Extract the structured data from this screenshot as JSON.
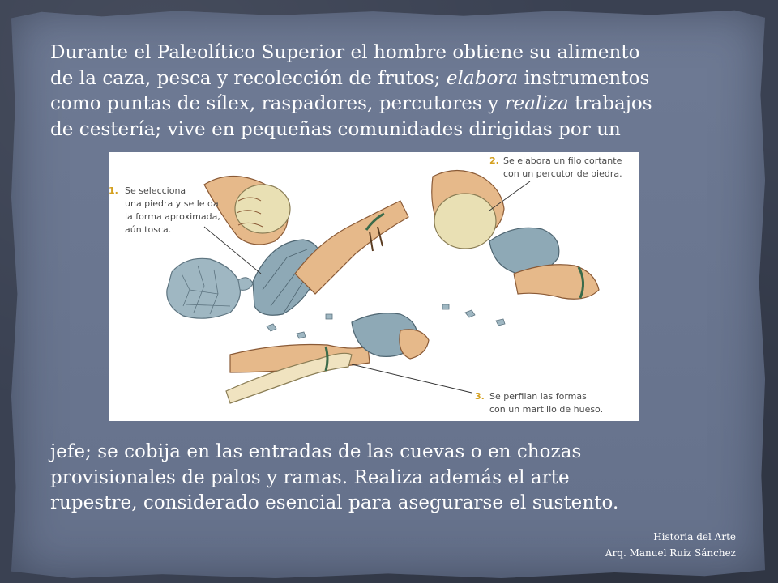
{
  "slide": {
    "paragraph_top": {
      "line1": "Durante el Paleolítico Superior el hombre obtiene su alimento",
      "line2": "de la caza, pesca y recolección de frutos; ",
      "line2_em": "elabora",
      "line2_end": " instrumentos",
      "line3": "como puntas de sílex, raspadores, percutores y ",
      "line3_em": "realiza",
      "line3_end": " trabajos",
      "line4": "de cestería; vive en pequeñas comunidades dirigidas por un"
    },
    "paragraph_bottom": {
      "line1": "jefe; se cobija en las entradas de las cuevas o en chozas",
      "line2": "provisionales de palos y ramas. Realiza además el arte",
      "line3": "rupestre, considerado esencial para asegurarse el sustento."
    },
    "figure": {
      "step1": {
        "number": "1.",
        "line1": "Se selecciona",
        "line2": "una piedra y se le da",
        "line3": "la forma aproximada,",
        "line4": "aún tosca."
      },
      "step2": {
        "number": "2.",
        "line1": "Se elabora un filo cortante",
        "line2": "con un percutor de piedra."
      },
      "step3": {
        "number": "3.",
        "line1": "Se perfilan las formas",
        "line2": "con un martillo de hueso."
      }
    },
    "footer": {
      "subject": "Historia del Arte",
      "author": "Arq. Manuel Ruiz Sánchez"
    }
  }
}
